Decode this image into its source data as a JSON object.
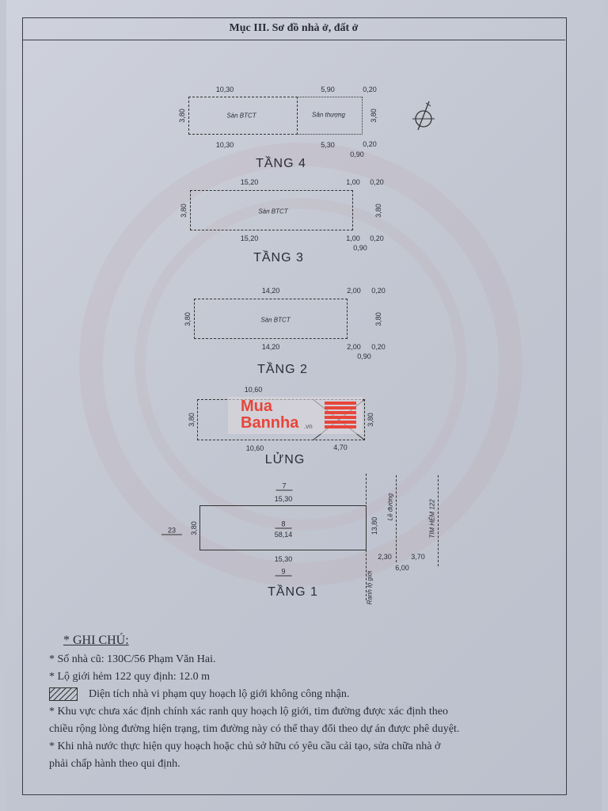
{
  "title": "Mục III. Sơ đồ nhà ở, đất ở",
  "floors": {
    "t4": {
      "name": "TẦNG 4",
      "top": [
        "10,30",
        "5,90",
        "0,20"
      ],
      "bottom": [
        "10,30",
        "5,30",
        "0,20",
        "0,90"
      ],
      "left": "3,80",
      "right": "3,80",
      "area1": "Sàn BTCT",
      "area2": "Sân thượng"
    },
    "t3": {
      "name": "TẦNG 3",
      "top": [
        "15,20",
        "1,00",
        "0,20"
      ],
      "bottom": [
        "15,20",
        "1,00",
        "0,20",
        "0,90"
      ],
      "left": "3,80",
      "right": "3,80",
      "area1": "Sàn BTCT"
    },
    "t2": {
      "name": "TẦNG 2",
      "top": [
        "14,20",
        "2,00",
        "0,20"
      ],
      "bottom": [
        "14,20",
        "2,00",
        "0,20",
        "0,90"
      ],
      "left": "3,80",
      "right": "3,80",
      "area1": "Sàn BTCT"
    },
    "lung": {
      "name": "LỬNG",
      "top": [
        "10,60"
      ],
      "bottom": [
        "10,60",
        "4,70"
      ],
      "left": "3,80",
      "right": "3,80"
    },
    "t1": {
      "name": "TẦNG 1",
      "top_lot": "7",
      "top": "15,30",
      "lot": "8",
      "area": "58,14",
      "bottom": "15,30",
      "bottom_lot": "9",
      "left": "3,80",
      "left_lot": "23",
      "depth": "13,80",
      "sidewalk": "Lề đường",
      "alley_center": "TIM HẺM 122",
      "boundary": "Ranh lộ giới",
      "d1": "2,30",
      "d2": "3,70",
      "d3": "6,00"
    }
  },
  "watermark": {
    "text1": "Mua",
    "text2": "Bannha",
    ".vn": ".vn"
  },
  "notes": {
    "heading": "* GHI CHÚ:",
    "lines": [
      "* Số nhà cũ: 130C/56 Phạm Văn Hai.",
      "* Lộ giới hẻm 122 quy định: 12.0 m",
      "Diện tích nhà vi phạm quy hoạch lộ giới không công nhận.",
      "* Khu vực chưa xác định chính xác ranh quy hoạch lộ giới, tim đường được xác định theo",
      "chiều rộng lòng đường hiện trạng, tim đường này có thể thay đổi theo dự án được phê duyệt.",
      "* Khi nhà nước thực hiện quy hoạch hoặc chủ sở hữu có yêu cầu cải tạo, sửa chữa nhà ở",
      "phải chấp hành theo qui định."
    ]
  }
}
